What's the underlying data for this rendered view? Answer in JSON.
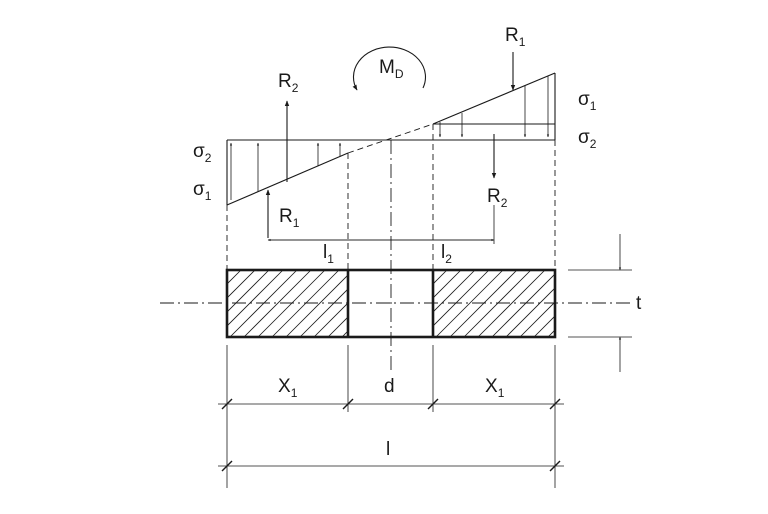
{
  "labels": {
    "moment": "M",
    "moment_sub": "D",
    "r1_top": "R",
    "r1_top_sub": "1",
    "r2_top": "R",
    "r2_top_sub": "2",
    "r1_bottom": "R",
    "r1_bottom_sub": "1",
    "r2_bottom": "R",
    "r2_bottom_sub": "2",
    "sigma1_left": "σ",
    "sigma1_left_sub": "1",
    "sigma2_left": "σ",
    "sigma2_left_sub": "2",
    "sigma1_right": "σ",
    "sigma1_right_sub": "1",
    "sigma2_right": "σ",
    "sigma2_right_sub": "2",
    "l1": "l",
    "l1_sub": "1",
    "l2": "l",
    "l2_sub": "2",
    "x1_left": "X",
    "x1_left_sub": "1",
    "d": "d",
    "x1_right": "X",
    "x1_right_sub": "1",
    "l_total": "l",
    "t": "t"
  }
}
